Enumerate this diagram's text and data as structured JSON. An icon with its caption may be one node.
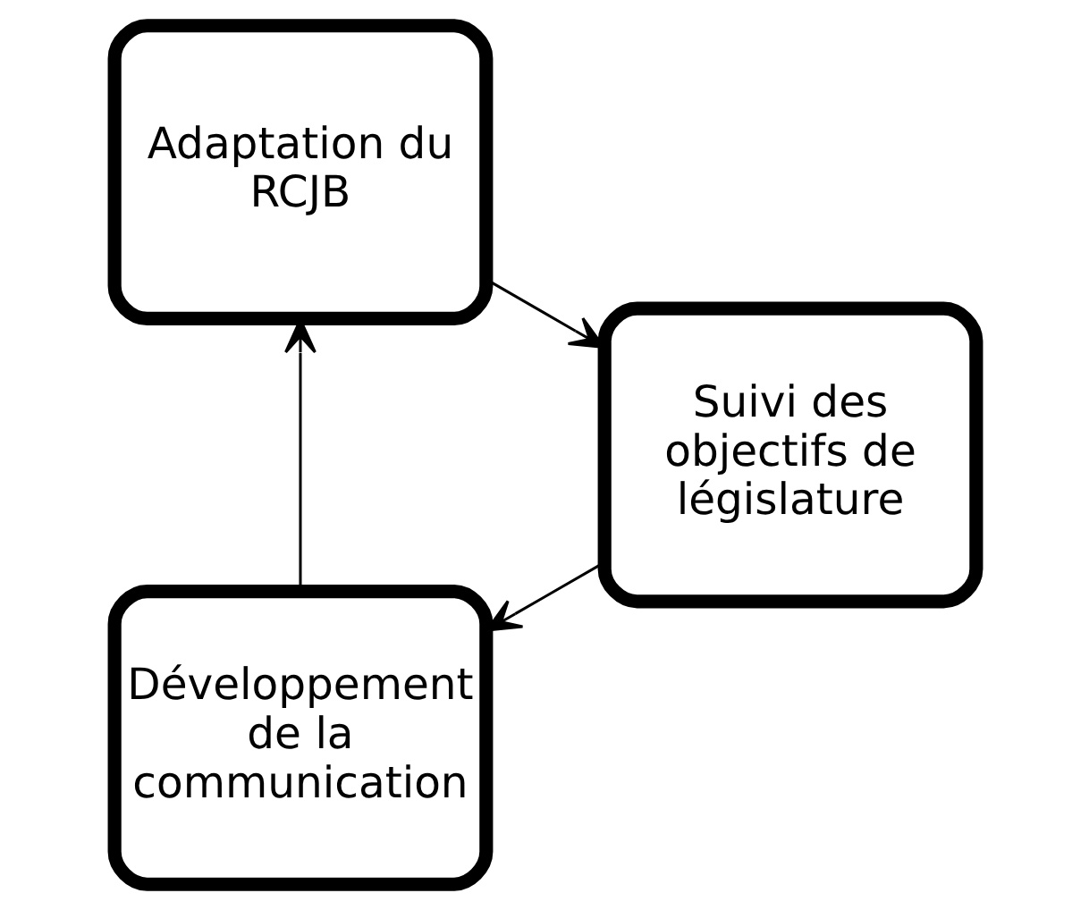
{
  "diagram": {
    "nodes": [
      {
        "text": [
          "Développement de la communication"
        ]
      },
      {
        "text": [
          "Suivi des objectifs de législature"
        ]
      },
      {
        "text": [
          "Adaptation du RCJB"
        ]
      }
    ],
    "edges": [
      {
        "from": 0,
        "to": 2,
        "arrow": "to"
      },
      {
        "from": 2,
        "to": 1,
        "arrow": "to"
      },
      {
        "from": 1,
        "to": 0,
        "arrow": "to"
      }
    ]
  }
}
